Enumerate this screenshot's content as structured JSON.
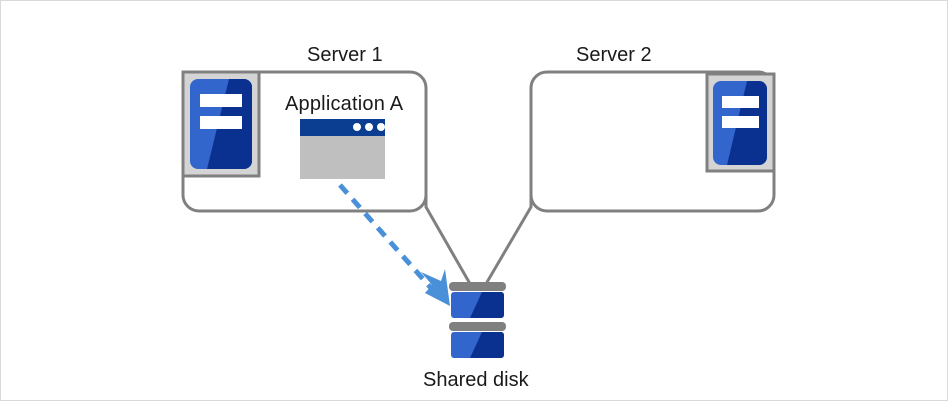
{
  "diagram": {
    "title_alt": "Shared disk cluster with Application A running on Server 1",
    "nodes": {
      "server1": {
        "label": "Server 1",
        "icon": "server-icon",
        "icon_position": "top-left",
        "contains_app": true
      },
      "server2": {
        "label": "Server 2",
        "icon": "server-icon",
        "icon_position": "top-right",
        "contains_app": false
      },
      "application": {
        "label": "Application A",
        "icon": "application-window-icon",
        "window_dots": 3
      },
      "shared_disk": {
        "label": "Shared disk",
        "icon": "database-disk-icon",
        "platters": 2
      }
    },
    "connections": [
      {
        "name": "server1-to-disk",
        "from": "server1",
        "to": "shared_disk",
        "style": "solid",
        "color": "#808080"
      },
      {
        "name": "server2-to-disk",
        "from": "server2",
        "to": "shared_disk",
        "style": "solid",
        "color": "#808080"
      },
      {
        "name": "application-to-disk",
        "from": "application",
        "to": "shared_disk",
        "style": "dashed",
        "color": "#4a90d9",
        "arrow": true
      }
    ],
    "colors": {
      "box_border": "#808080",
      "icon_frame": "#d4d4d4",
      "icon_frame_border": "#808080",
      "icon_blue_light": "#3366cc",
      "icon_blue_dark": "#0b3190",
      "window_titlebar": "#0b3d91",
      "window_body": "#bfbfbf",
      "disk_bar": "#808080",
      "arrow_blue": "#4a90d9",
      "canvas_border": "#d9d9d9",
      "text": "#1a1a1a"
    }
  }
}
